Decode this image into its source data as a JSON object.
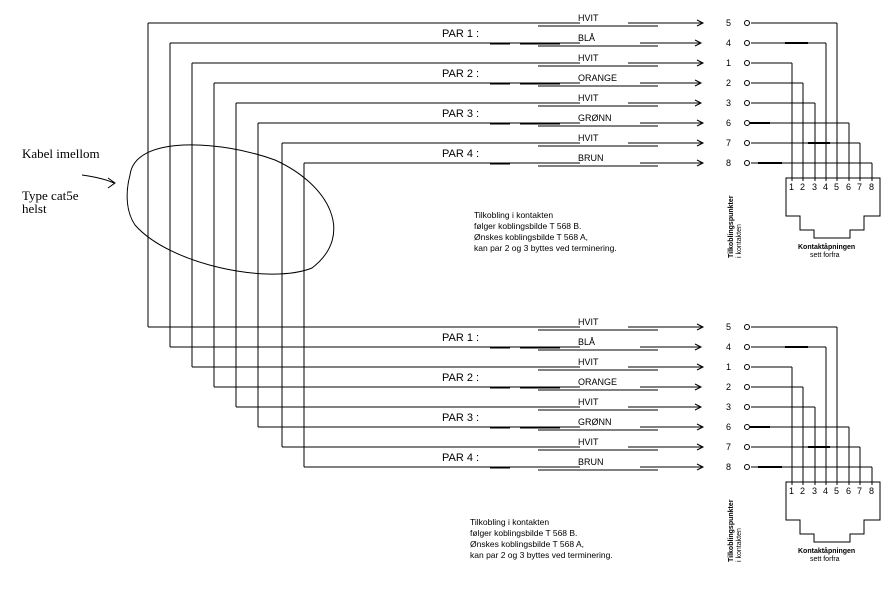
{
  "handwritten": {
    "cable_between": "Kabel imellom",
    "type_line1": "Type cat5e",
    "type_line2": "helst"
  },
  "rows": [
    {
      "wire": "HVIT",
      "pin": "5"
    },
    {
      "wire": "BLÅ",
      "pin": "4"
    },
    {
      "wire": "HVIT",
      "pin": "1"
    },
    {
      "wire": "ORANGE",
      "pin": "2"
    },
    {
      "wire": "HVIT",
      "pin": "3"
    },
    {
      "wire": "GRØNN",
      "pin": "6"
    },
    {
      "wire": "HVIT",
      "pin": "7"
    },
    {
      "wire": "BRUN",
      "pin": "8"
    }
  ],
  "pairs": [
    "PAR 1 :",
    "PAR 2 :",
    "PAR 3 :",
    "PAR 4 :"
  ],
  "connector_pins": [
    "1",
    "2",
    "3",
    "4",
    "5",
    "6",
    "7",
    "8"
  ],
  "note_lines": [
    "Tilkobling i kontakten",
    "følger koblingsbilde T 568 B.",
    "Ønskes koblingsbilde T 568 A,",
    "kan par 2 og 3 byttes ved terminering."
  ],
  "vertical_label_line1": "Tilkoblingspunkter",
  "vertical_label_line2": "i kontakten",
  "opening_label_line1": "Kontaktåpningen",
  "opening_label_line2": "sett forfra"
}
